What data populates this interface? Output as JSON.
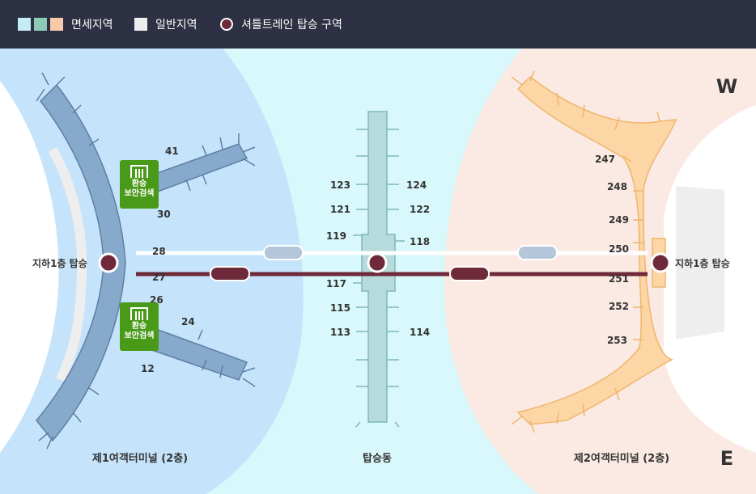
{
  "legend": {
    "duty_free": {
      "label": "면세지역",
      "colors": [
        "#c4ecf5",
        "#8ccbb8",
        "#f9caa8"
      ]
    },
    "general": {
      "label": "일반지역",
      "color": "#eeeeee"
    },
    "shuttle": {
      "label": "셔틀트레인 탑승 구역",
      "color": "#6e2a3a"
    }
  },
  "compass": {
    "north": "W",
    "south": "E"
  },
  "terminal1": {
    "name": "제1여객터미널 (2층)",
    "station": "지하1층 탑승",
    "gates": [
      "41",
      "30",
      "28",
      "27",
      "26",
      "24",
      "12"
    ],
    "transfer_badges": [
      {
        "title": "환승",
        "subtitle": "보안검색",
        "icon": "gate-icon"
      },
      {
        "title": "환승",
        "subtitle": "보안검색",
        "icon": "gate-icon"
      }
    ]
  },
  "concourse": {
    "name": "탑승동",
    "gates_left": [
      "123",
      "121",
      "119",
      "117",
      "115",
      "113"
    ],
    "gates_right": [
      "124",
      "122",
      "118",
      "114"
    ]
  },
  "terminal2": {
    "name": "제2여객터미널 (2층)",
    "station": "지하1층 탑승",
    "gates": [
      "247",
      "248",
      "249",
      "250",
      "251",
      "252",
      "253"
    ]
  },
  "colors": {
    "t1_zone": "#c5e4fb",
    "t1_building": "#87a9cc",
    "concourse_zone": "#d9f8fb",
    "concourse_building": "#b7dbdd",
    "t2_zone": "#fbeae3",
    "t2_building": "#fdd6a6",
    "shuttle_line": "#6e2a3a",
    "transfer_badge": "#4a9a1a"
  }
}
